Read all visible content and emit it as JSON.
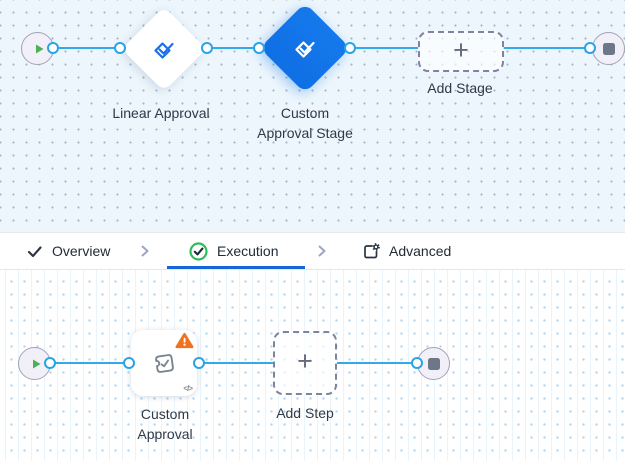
{
  "colors": {
    "connector_blue": "#32A9E8",
    "port_blue": "#2AA3E6",
    "selected_stage_blue": "#1173E8",
    "approval_icon_blue": "#1D6FE8",
    "active_tab_underline": "#1566D8",
    "execution_green": "#2EBD59",
    "play_green": "#4CB054",
    "warning_orange": "#F2711C",
    "canvas_top_bg": "#EDF6FC",
    "label_text": "#2F3947"
  },
  "stage_flow": {
    "start_icon": "play-icon",
    "end_icon": "stop-square-icon",
    "stages": [
      {
        "label": "Linear Approval",
        "icon": "approval-check-icon",
        "selected": false
      },
      {
        "label": "Custom Approval Stage",
        "icon": "approval-check-icon",
        "selected": true
      }
    ],
    "add_button": {
      "plus": "+",
      "label": "Add Stage"
    }
  },
  "tabs": [
    {
      "label": "Overview",
      "icon": "check-icon",
      "active": false
    },
    {
      "label": "Execution",
      "icon": "check-circle-icon",
      "active": true
    },
    {
      "label": "Advanced",
      "icon": "settings-square-icon",
      "active": false
    }
  ],
  "step_flow": {
    "start_icon": "play-icon",
    "end_icon": "stop-square-icon",
    "step": {
      "label": "Custom Approval",
      "icon": "approval-stamp-icon",
      "warning_badge": "!",
      "code_badge": "</>"
    },
    "add_button": {
      "plus": "+",
      "label": "Add Step"
    }
  }
}
